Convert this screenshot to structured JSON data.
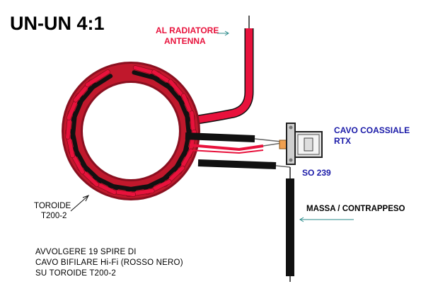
{
  "title": "UN-UN  4:1",
  "labels": {
    "radiator_line1": "AL RADIATORE",
    "radiator_line2": "ANTENNA",
    "coax_line1": "CAVO COASSIALE",
    "coax_line2": "RTX",
    "connector": "SO 239",
    "ground": "MASSA / CONTRAPPESO",
    "toroid_line1": "TOROIDE",
    "toroid_line2": "T200-2"
  },
  "note": {
    "line1": "AVVOLGERE 19 SPIRE DI",
    "line2": "CAVO BIFILARE Hi-Fi (ROSSO NERO)",
    "line3": "SU TOROIDE T200-2"
  },
  "colors": {
    "wire_red": "#e8123c",
    "wire_black": "#111111",
    "label_blue": "#1a1aa8",
    "arrow_teal": "#2a8a8a"
  }
}
